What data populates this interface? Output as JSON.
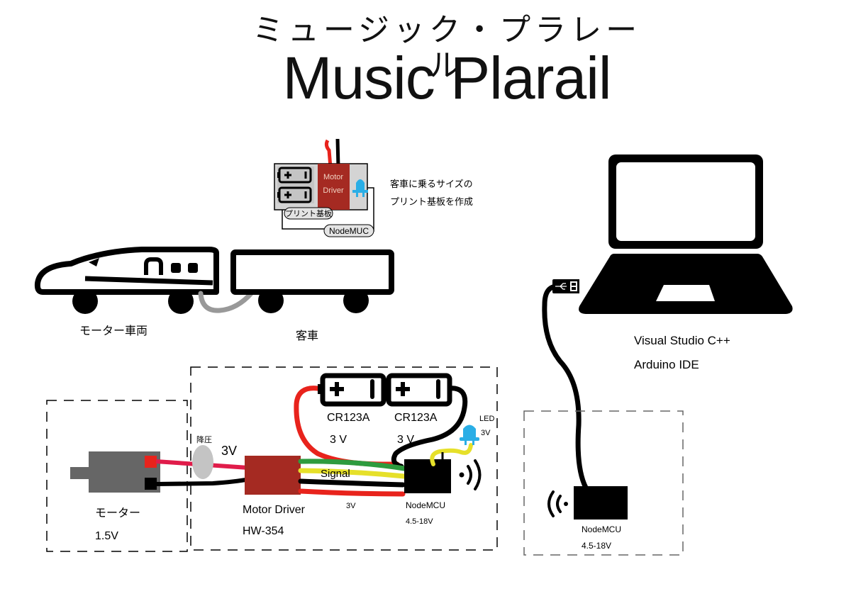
{
  "title": {
    "japanese": "ミュージック・プラレール",
    "english": "Music Plarail"
  },
  "pcb_concept": {
    "board_label": "プリント基板",
    "module_label": "NodeMUC",
    "driver_label_line1": "Motor",
    "driver_label_line2": "Driver",
    "note_line1": "客車に乗るサイズの",
    "note_line2": "プリント基板を作成"
  },
  "train": {
    "motor_car_label": "モーター車両",
    "passenger_car_label": "客車"
  },
  "computer": {
    "software_line1": "Visual Studio C++",
    "software_line2": "Arduino IDE"
  },
  "circuit": {
    "motor_label": "モーター",
    "motor_voltage": "1.5V",
    "step_down_label": "降圧",
    "step_down_voltage": "3V",
    "driver_name": "Motor Driver",
    "driver_model": "HW-354",
    "signal_label": "Signal",
    "driver_supply_voltage": "3V",
    "batteries": [
      {
        "label": "CR123A",
        "voltage": "3 V"
      },
      {
        "label": "CR123A",
        "voltage": "3 V"
      }
    ],
    "led_label": "LED",
    "led_voltage": "3V",
    "mcu_name": "NodeMCU",
    "mcu_voltage": "4.5-18V"
  },
  "receiver": {
    "mcu_name": "NodeMCU",
    "mcu_voltage": "4.5-18V"
  },
  "colors": {
    "wire_red": "#e8231c",
    "wire_green": "#2e9b3e",
    "wire_yellow": "#e6e02a",
    "wire_black": "#000000",
    "motor_wire": "#e01c4a",
    "driver_brown": "#a52a22",
    "led_blue": "#2aaee6",
    "motor_gray": "#666666",
    "coupler_gray": "#999999",
    "pcb_gray": "#d4d4d4"
  }
}
